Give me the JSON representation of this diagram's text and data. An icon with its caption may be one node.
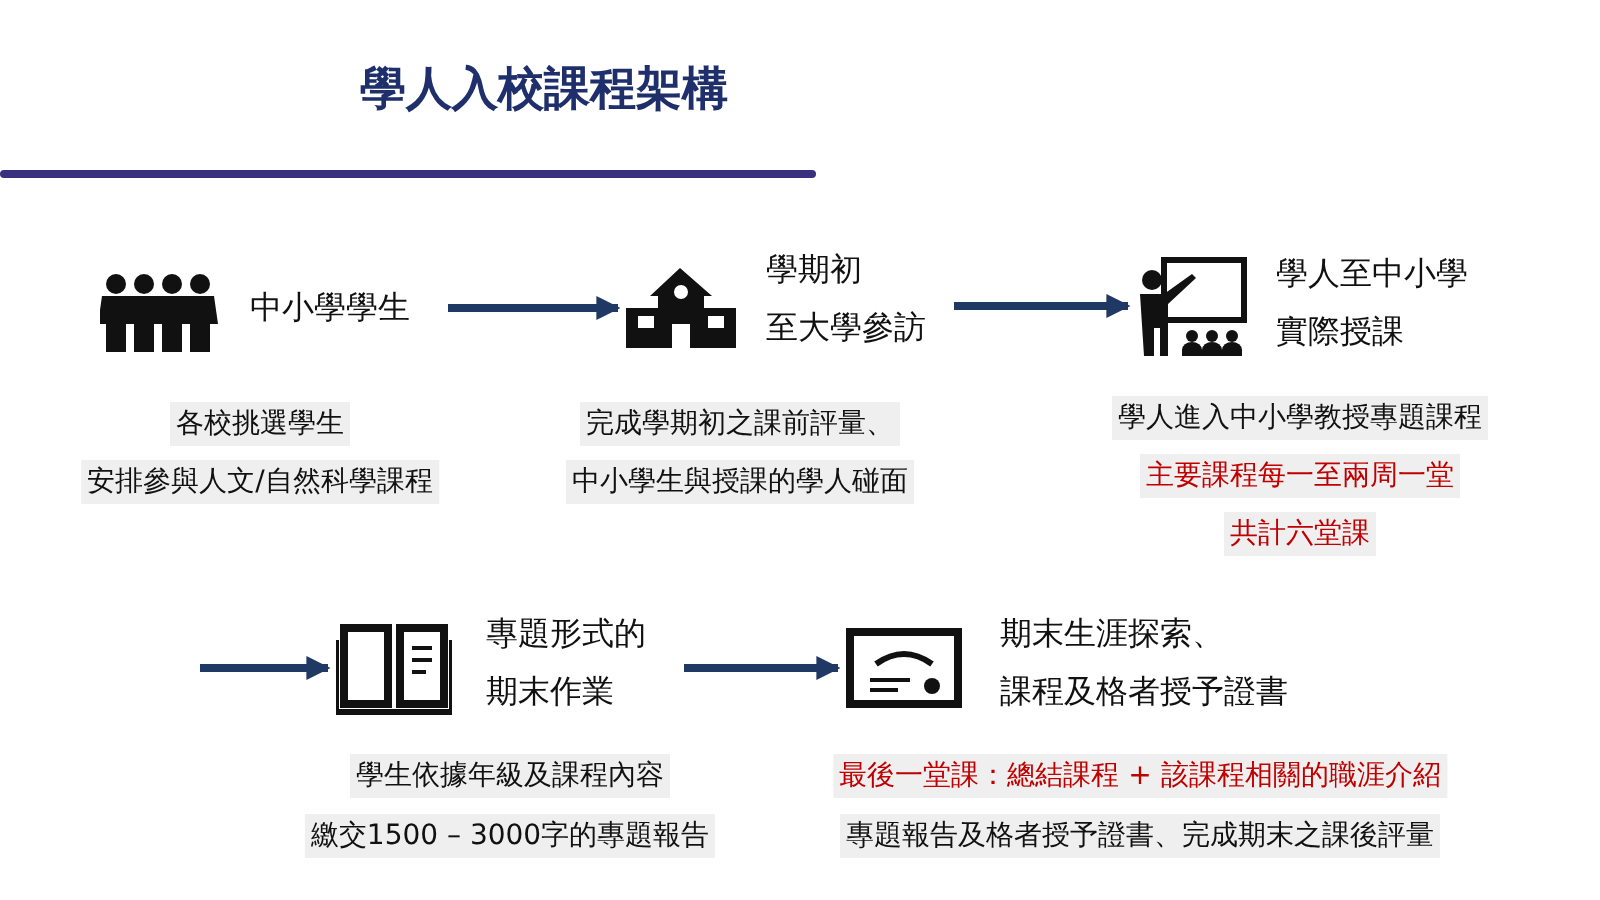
{
  "diagram": {
    "title": "學人入校課程架構",
    "nodes": [
      {
        "text": [
          "中小學學生"
        ],
        "beside": [
          "各校挑選學生",
          "安排參與人文/自然科學課程"
        ]
      },
      {
        "text": [
          "學期初至大學參訪"
        ],
        "beside": [
          "完成學期初之課前評量、",
          "中小學生與授課的學人碰面"
        ]
      },
      {
        "text": [
          "學人至中小學實際授課"
        ],
        "beside": [
          "學人進入中小學教授專題課程",
          "主要課程每一至兩周一堂",
          "共計六堂課"
        ]
      },
      {
        "text": [
          "專題形式的期末作業"
        ],
        "beside": [
          "學生依據年級及課程內容",
          "繳交1500 – 3000字的專題報告"
        ]
      },
      {
        "text": [
          "期末生涯探索、課程及格者授予證書"
        ],
        "beside": [
          "最後一堂課：總結課程 + 該課程相關的職涯介紹",
          "專題報告及格者授予證書、完成期末之課後評量"
        ]
      }
    ],
    "edges": [
      {
        "from": 0,
        "to": 1,
        "arrow": "to"
      },
      {
        "from": 1,
        "to": 2,
        "arrow": "to"
      },
      {
        "from": null,
        "to": 3,
        "arrow": "to"
      },
      {
        "from": 3,
        "to": 4,
        "arrow": "to"
      }
    ]
  }
}
